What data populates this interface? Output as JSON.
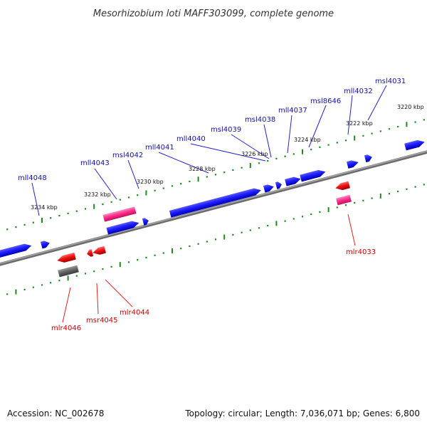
{
  "title": "Mesorhizobium loti MAFF303099, complete genome",
  "colors": {
    "plus_strand": "#1c1cff",
    "minus_strand": "#ee1111",
    "pink": "#ff2f8e",
    "gray_gene": "#666666",
    "backbone": "#7c7c7c",
    "tick": "#1d8a1d",
    "label_plus": "#1111aa",
    "label_minus": "#cc0000"
  },
  "ticks_plus": [
    "3220 kbp",
    "3222 kbp",
    "3224 kbp",
    "3226 kbp",
    "3228 kbp",
    "3230 kbp",
    "3232 kbp",
    "3234 kbp"
  ],
  "genes_plus": [
    "msl4031",
    "mll4032",
    "msl8646",
    "mll4037",
    "msl4038",
    "msl4039",
    "mll4040",
    "mll4041",
    "msl4042",
    "mll4043",
    "mll4048"
  ],
  "genes_minus": [
    "mlr4033",
    "mlr4044",
    "msr4045",
    "mlr4046"
  ],
  "footer": {
    "accession": "Accession: NC_002678",
    "summary": "Topology: circular; Length: 7,036,071 bp; Genes: 6,800"
  }
}
